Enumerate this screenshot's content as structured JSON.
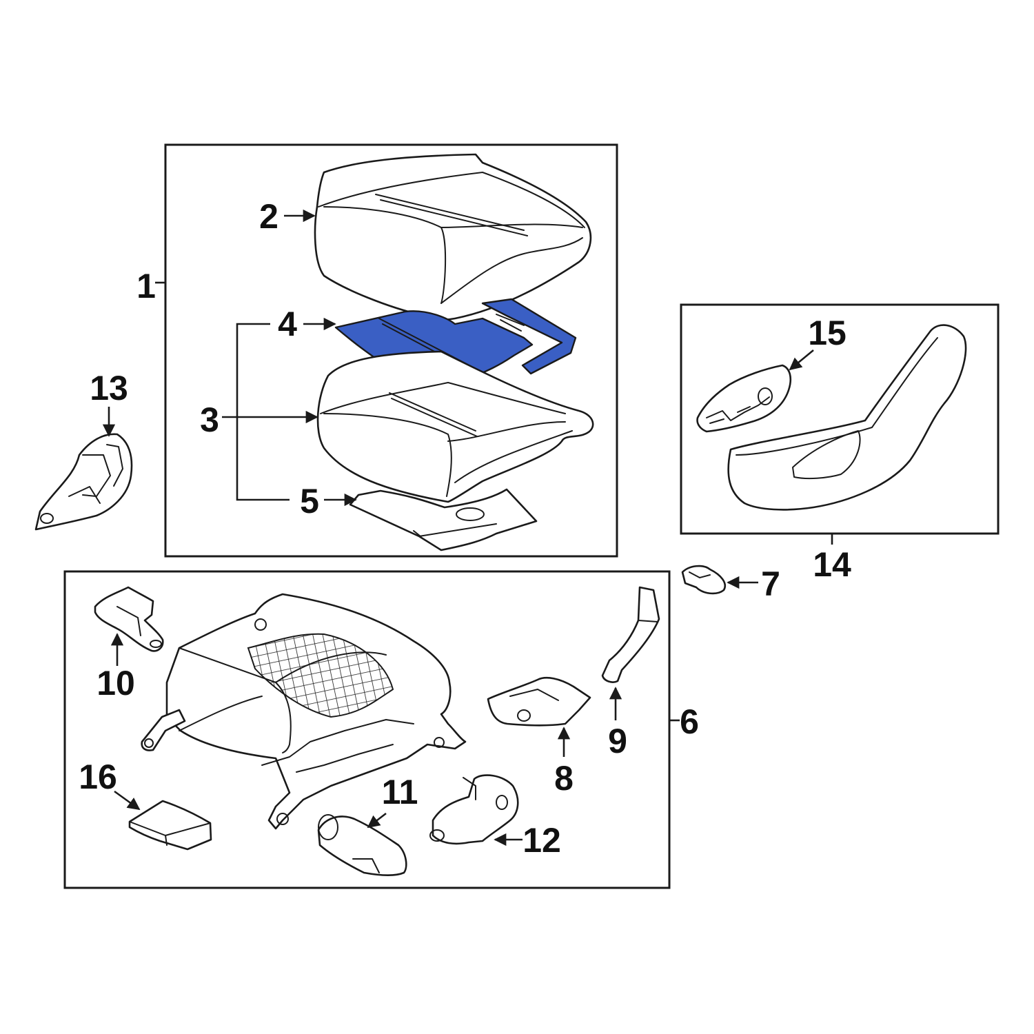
{
  "colors": {
    "highlight": "#3a5fc4",
    "line": "#1a1a1a",
    "background": "#ffffff"
  },
  "highlighted_part": "4",
  "callouts": {
    "c1": "1",
    "c2": "2",
    "c3": "3",
    "c4": "4",
    "c5": "5",
    "c6": "6",
    "c7": "7",
    "c8": "8",
    "c9": "9",
    "c10": "10",
    "c11": "11",
    "c12": "12",
    "c13": "13",
    "c14": "14",
    "c15": "15",
    "c16": "16"
  }
}
